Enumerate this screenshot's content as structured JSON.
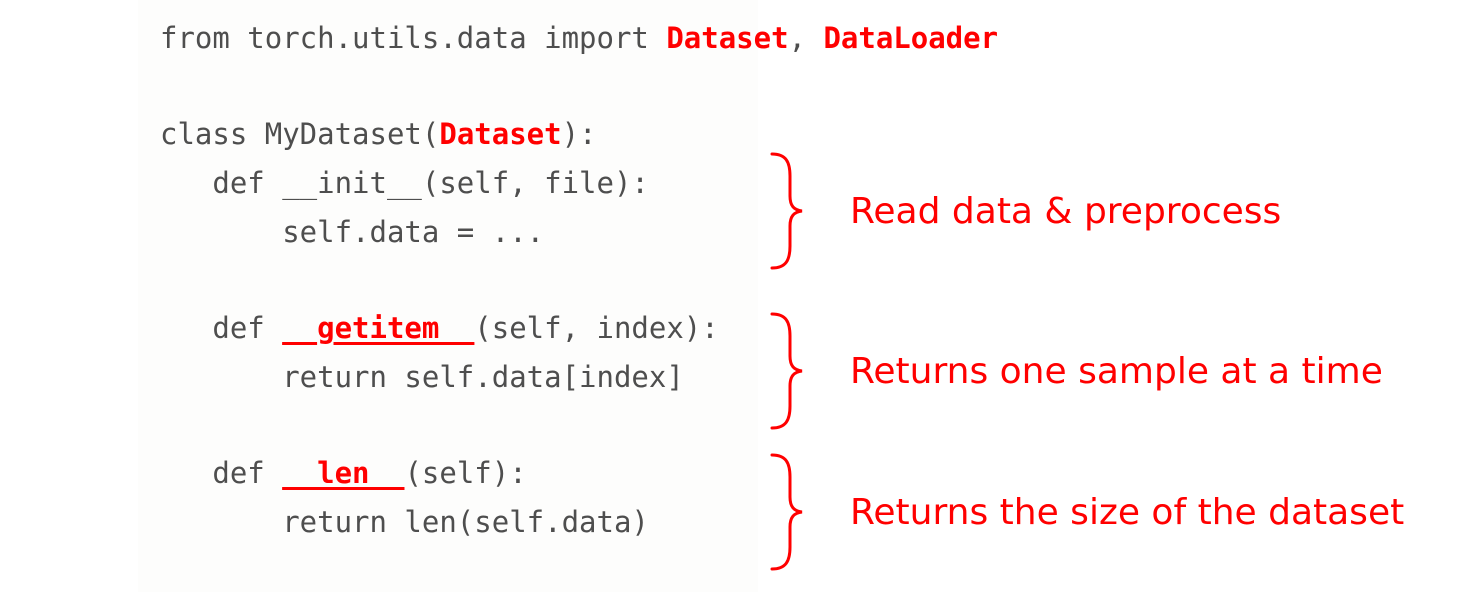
{
  "code": {
    "line1": {
      "prefix": "from torch.utils.data import ",
      "import1": "Dataset",
      "sep": ", ",
      "import2": "DataLoader"
    },
    "line2": {
      "prefix": "class MyDataset(",
      "base": "Dataset",
      "suffix": "):"
    },
    "line3": {
      "text": "   def __init__(self, file):"
    },
    "line4": {
      "text": "       self.data = ..."
    },
    "line5": {
      "prefix": "   def ",
      "method": "__getitem__",
      "suffix": "(self, index):"
    },
    "line6": {
      "text": "       return self.data[index]"
    },
    "line7": {
      "prefix": "   def ",
      "method": "__len__",
      "suffix": "(self):"
    },
    "line8": {
      "text": "       return len(self.data)"
    }
  },
  "annotations": {
    "init": "Read data & preprocess",
    "getitem": "Returns one sample at a time",
    "len": "Returns the size of the dataset"
  },
  "colors": {
    "code_text": "#4e4e4e",
    "highlight": "#ff0000",
    "background": "#ffffff"
  }
}
